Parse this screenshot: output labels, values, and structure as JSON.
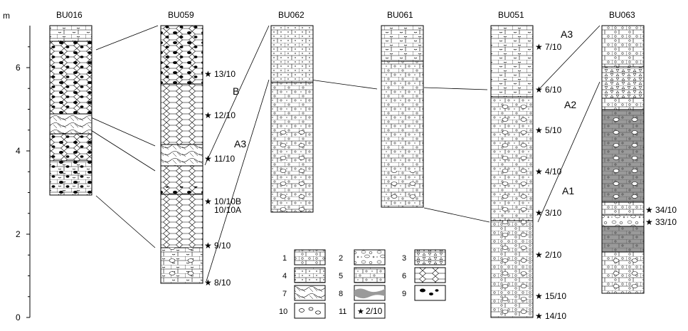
{
  "axis": {
    "unit": "m",
    "ticks": [
      {
        "v": 0,
        "label": "0"
      },
      {
        "v": 2,
        "label": "2"
      },
      {
        "v": 4,
        "label": "4"
      },
      {
        "v": 6,
        "label": "6"
      }
    ]
  },
  "columns": [
    {
      "id": "BU016",
      "label": "BU016"
    },
    {
      "id": "BU059",
      "label": "BU059"
    },
    {
      "id": "BU062",
      "label": "BU062"
    },
    {
      "id": "BU061",
      "label": "BU061"
    },
    {
      "id": "BU051",
      "label": "BU051"
    },
    {
      "id": "BU063",
      "label": "BU063"
    }
  ],
  "samples": [
    {
      "label": "13/10"
    },
    {
      "label": "12/10"
    },
    {
      "label": "11/10"
    },
    {
      "label": "10/10B"
    },
    {
      "label": "10/10A"
    },
    {
      "label": "9/10"
    },
    {
      "label": "8/10"
    },
    {
      "label": "7/10"
    },
    {
      "label": "6/10"
    },
    {
      "label": "5/10"
    },
    {
      "label": "4/10"
    },
    {
      "label": "3/10"
    },
    {
      "label": "2/10"
    },
    {
      "label": "15/10"
    },
    {
      "label": "14/10"
    },
    {
      "label": "34/10"
    },
    {
      "label": "33/10"
    }
  ],
  "units": [
    {
      "label": "B"
    },
    {
      "label": "A3"
    },
    {
      "label": "A3"
    },
    {
      "label": "A2"
    },
    {
      "label": "A1"
    }
  ],
  "legend": [
    {
      "num": "1"
    },
    {
      "num": "2"
    },
    {
      "num": "3"
    },
    {
      "num": "4"
    },
    {
      "num": "5"
    },
    {
      "num": "6"
    },
    {
      "num": "7"
    },
    {
      "num": "8"
    },
    {
      "num": "9"
    },
    {
      "num": "10"
    },
    {
      "num": "11",
      "sample": "2/10"
    }
  ]
}
